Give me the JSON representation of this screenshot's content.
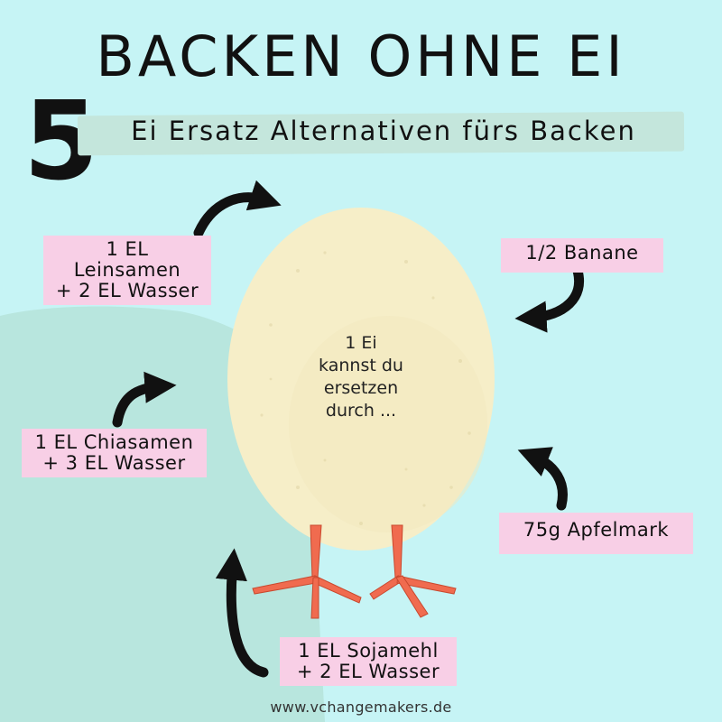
{
  "title": "BACKEN OHNE EI",
  "number": "5",
  "subtitle": "Ei Ersatz Alternativen fürs Backen",
  "egg_text": [
    "1 Ei",
    "kannst du",
    "ersetzen",
    "durch ..."
  ],
  "options": [
    {
      "line1": "1 EL Leinsamen",
      "line2": "+ 2 EL Wasser"
    },
    {
      "line1": "1/2 Banane",
      "line2": ""
    },
    {
      "line1": "1 EL Chiasamen",
      "line2": "+ 3 EL Wasser"
    },
    {
      "line1": "75g Apfelmark",
      "line2": ""
    },
    {
      "line1": "1 EL Sojamehl",
      "line2": "+ 2 EL Wasser"
    }
  ],
  "footer": "www.vchangemakers.de",
  "colors": {
    "background": "#c6f4f5",
    "blob": "#b8e6de",
    "label": "#f8cfe6",
    "egg": "#f6eec8",
    "feet": "#f06b4f",
    "arrow": "#111111"
  },
  "icons": [
    "egg-illustration",
    "chicken-feet",
    "curved-arrow"
  ]
}
